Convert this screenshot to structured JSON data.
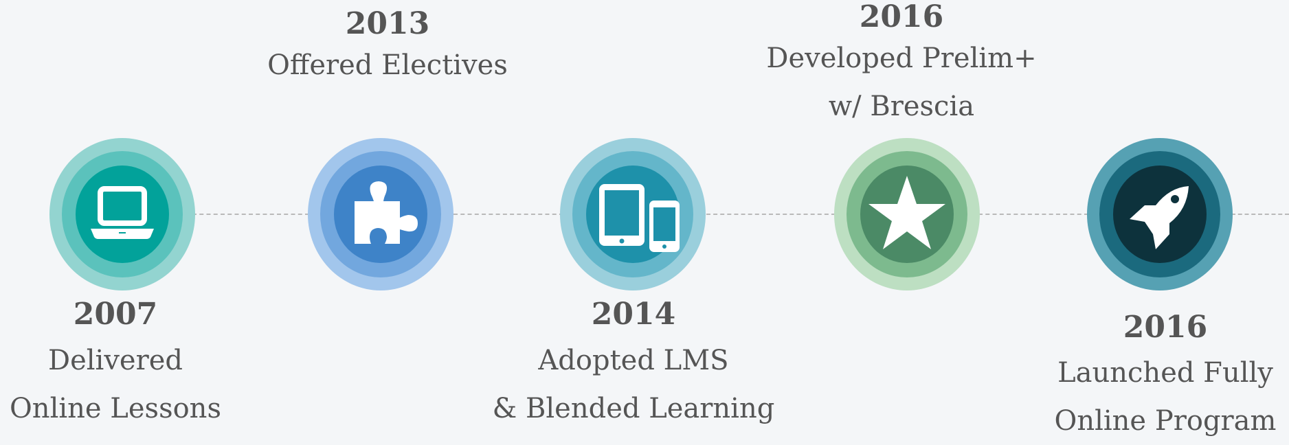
{
  "milestones": [
    {
      "year": "2007",
      "lines": [
        "Delivered",
        "Online Lessons"
      ],
      "icon": "laptop-icon",
      "colors": {
        "outer": "#93d4d0",
        "mid": "#5bc2bc",
        "inner": "#02a29a"
      }
    },
    {
      "year": "2013",
      "lines": [
        "Offered Electives"
      ],
      "icon": "puzzle-piece-icon",
      "colors": {
        "outer": "#a2c6ec",
        "mid": "#72a7de",
        "inner": "#3e83c8"
      }
    },
    {
      "year": "2014",
      "lines": [
        "Adopted LMS",
        "& Blended Learning"
      ],
      "icon": "tablet-phone-icon",
      "colors": {
        "outer": "#9acfdc",
        "mid": "#64b6ca",
        "inner": "#1e91aa"
      }
    },
    {
      "year": "2016",
      "lines": [
        "Developed Prelim+",
        "w/ Brescia"
      ],
      "icon": "star-icon",
      "colors": {
        "outer": "#bddfc2",
        "mid": "#7dba8e",
        "inner": "#4b8a66"
      }
    },
    {
      "year": "2016",
      "lines": [
        "Launched Fully",
        "Online Program"
      ],
      "icon": "rocket-icon",
      "colors": {
        "outer": "#56a1b3",
        "mid": "#1b6a7e",
        "inner": "#0d323c"
      }
    }
  ]
}
